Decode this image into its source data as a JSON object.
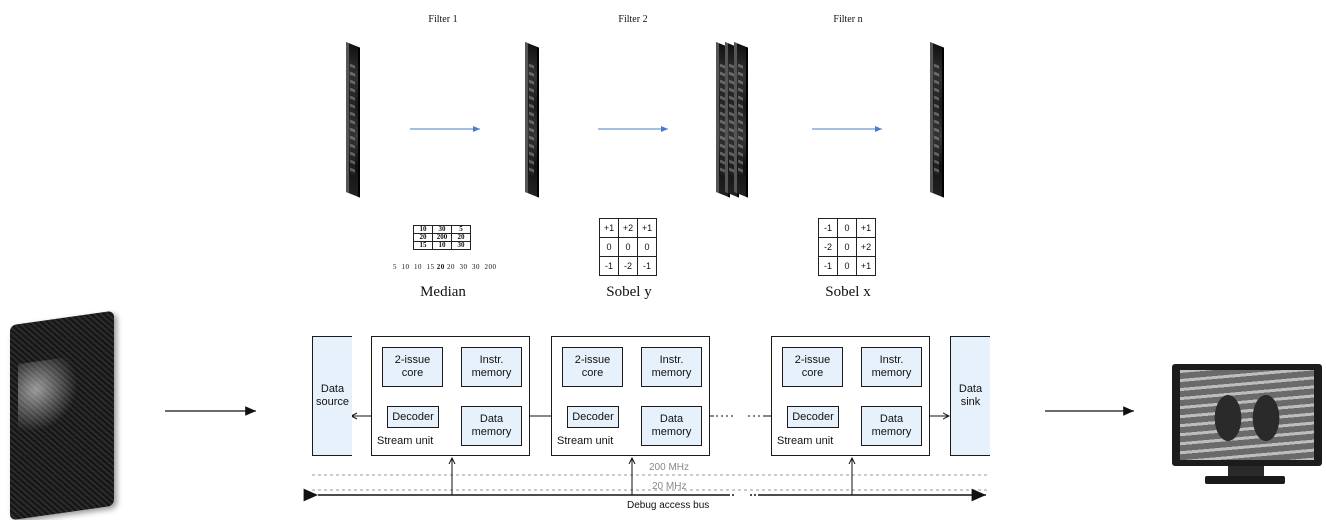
{
  "filters": {
    "filter1_title": "Filter 1",
    "filter2_title": "Filter 2",
    "filtern_title": "Filter n"
  },
  "median": {
    "label": "Median",
    "grid": [
      [
        "10",
        "30",
        "5"
      ],
      [
        "20",
        "200",
        "20"
      ],
      [
        "15",
        "10",
        "30"
      ]
    ],
    "sorted_before": "5  10  10  15 ",
    "sorted_median": "20",
    "sorted_after": " 20  30  30  200"
  },
  "sobel_y": {
    "label": "Sobel y",
    "grid": [
      [
        "+1",
        "+2",
        "+1"
      ],
      [
        "0",
        "0",
        "0"
      ],
      [
        "-1",
        "-2",
        "-1"
      ]
    ]
  },
  "sobel_x": {
    "label": "Sobel x",
    "grid": [
      [
        "-1",
        "0",
        "+1"
      ],
      [
        "-2",
        "0",
        "+2"
      ],
      [
        "-1",
        "0",
        "+1"
      ]
    ]
  },
  "architecture": {
    "data_source": "Data source",
    "data_sink": "Data sink",
    "stream_unit": "Stream unit",
    "core": "2-issue core",
    "instr_memory": "Instr. memory",
    "decoder": "Decoder",
    "data_memory": "Data memory",
    "freq_high": "200 MHz",
    "freq_low": "20 MHz",
    "bus_label": "Debug access bus"
  },
  "colors": {
    "block_fill": "#e7f1fb",
    "flow_arrow": "#4a7cc9"
  }
}
